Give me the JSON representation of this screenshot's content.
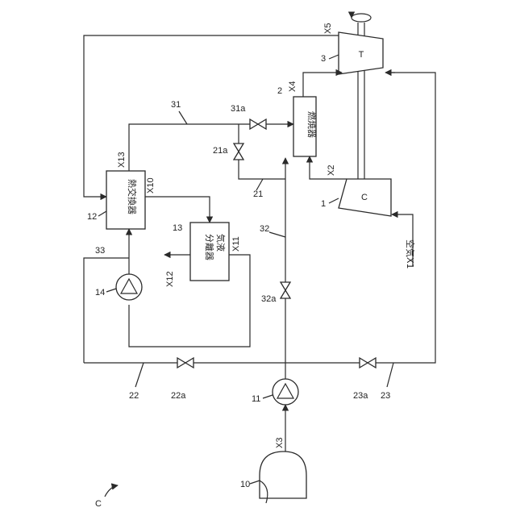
{
  "diagram": {
    "figure_label": "C",
    "components": {
      "compressor": {
        "ref": "1",
        "symbol": "C"
      },
      "combustor": {
        "ref": "2",
        "name": "燃焼器"
      },
      "turbine": {
        "ref": "3",
        "symbol": "T"
      },
      "tank": {
        "ref": "10"
      },
      "pump_11": {
        "ref": "11"
      },
      "heat_exchanger": {
        "ref": "12",
        "name": "熱交換器"
      },
      "separator": {
        "ref": "13",
        "name_line1": "気液",
        "name_line2": "分離器"
      },
      "pump_14": {
        "ref": "14"
      }
    },
    "lines": {
      "l21": "21",
      "l22": "22",
      "l23": "23",
      "l31": "31",
      "l32": "32",
      "l33": "33"
    },
    "valves": {
      "v21a": "21a",
      "v22a": "22a",
      "v23a": "23a",
      "v31a": "31a",
      "v32a": "32a"
    },
    "streams": {
      "x1": "空気X1",
      "x2": "X2",
      "x3": "X3",
      "x4": "X4",
      "x5": "X5",
      "x10": "X10",
      "x11": "X11",
      "x12": "X12",
      "x13": "X13"
    }
  }
}
